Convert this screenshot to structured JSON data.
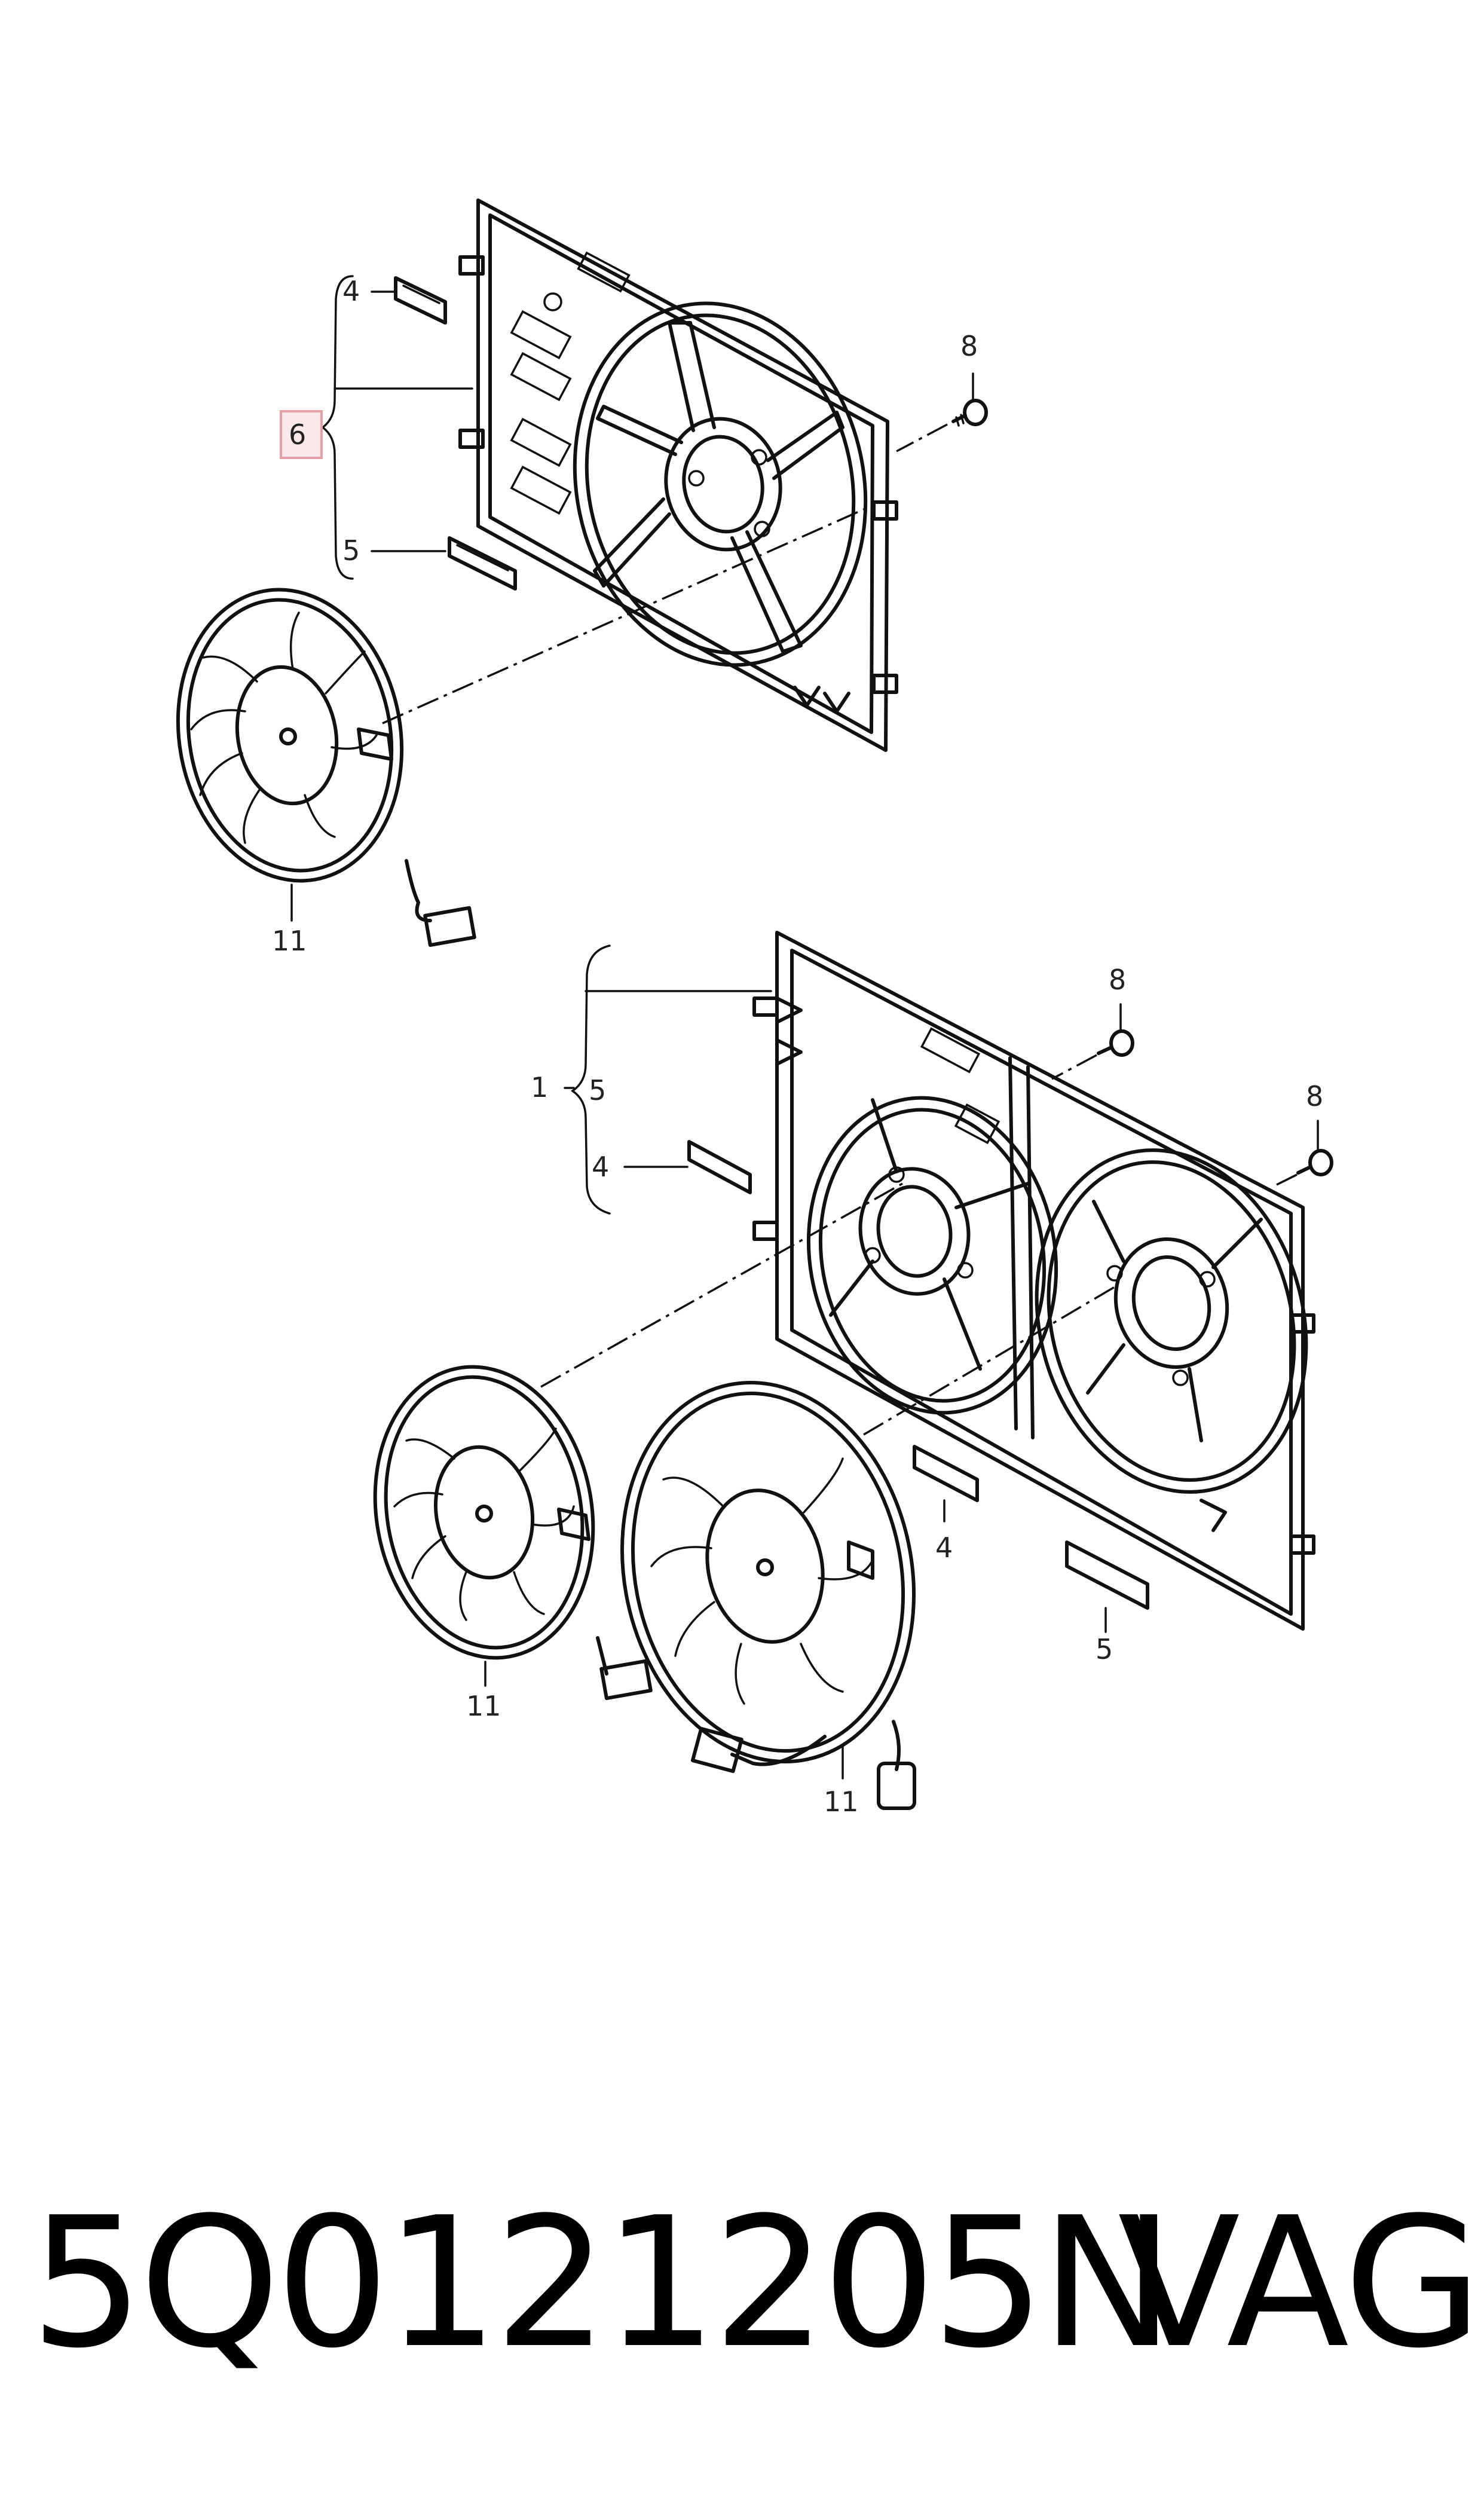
{
  "labels": {
    "upper_frame_assembly": "6",
    "upper_guide_top": "4",
    "upper_guide_bottom": "5",
    "upper_screw": "8",
    "upper_fan": "11",
    "lower_assembly": "1",
    "lower_bracket_item": "5",
    "lower_guide_left": "4",
    "lower_screw_left": "8",
    "lower_screw_right": "8",
    "lower_guide_mid": "4",
    "lower_guide_right": "5",
    "lower_fan_left": "11",
    "lower_fan_right": "11"
  },
  "highlight_color": "#e8a0a8",
  "footer": {
    "part_number": "5Q0121205N",
    "brand": "VAG"
  }
}
